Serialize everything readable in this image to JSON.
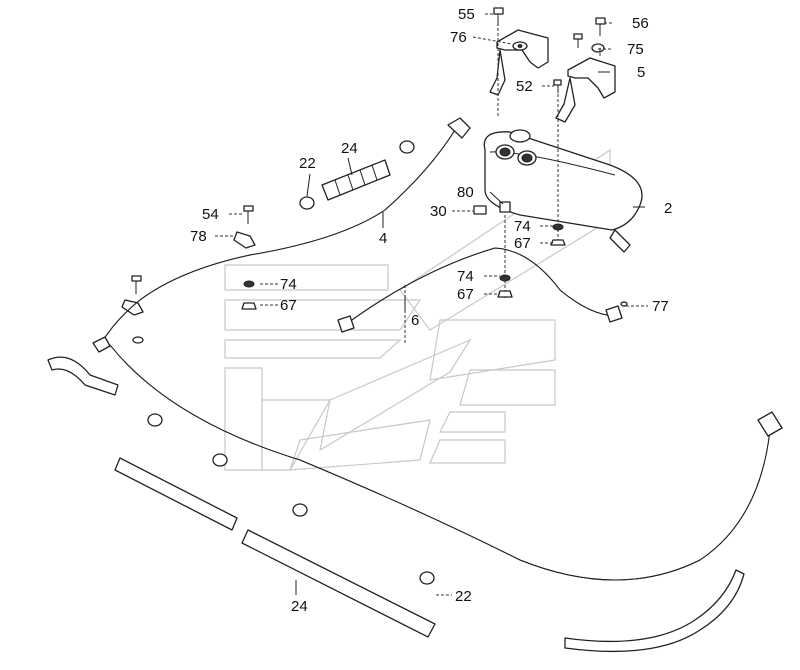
{
  "labels": {
    "l55": "55",
    "l76": "76",
    "l56": "56",
    "l75": "75",
    "l5": "5",
    "l52": "52",
    "l24a": "24",
    "l22a": "22",
    "l80": "80",
    "l30": "30",
    "l2": "2",
    "l74a": "74",
    "l67a": "67",
    "l54": "54",
    "l78": "78",
    "l4": "4",
    "l74b": "74",
    "l67b": "67",
    "l74c": "74",
    "l67c": "67",
    "l6": "6",
    "l77": "77",
    "l24b": "24",
    "l22b": "22"
  }
}
